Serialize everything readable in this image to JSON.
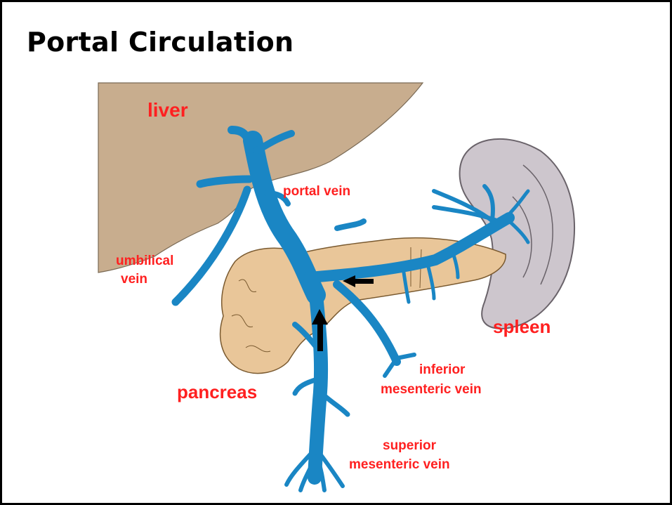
{
  "slide": {
    "title": "Portal Circulation"
  },
  "labels": {
    "liver": "liver",
    "portal_vein": "portal vein",
    "umbilical_vein_1": "umbilical",
    "umbilical_vein_2": "vein",
    "spleen": "spleen",
    "pancreas": "pancreas",
    "inferior_mesenteric_vein_1": "inferior",
    "inferior_mesenteric_vein_2": "mesenteric vein",
    "superior_mesenteric_vein_1": "superior",
    "superior_mesenteric_vein_2": "mesenteric vein"
  },
  "colors": {
    "liver": "#c8ad8e",
    "pancreas": "#e9c699",
    "spleen": "#cdc6cd",
    "vein": "#1a86c4",
    "label": "#ff2020",
    "outline": "#333333"
  }
}
